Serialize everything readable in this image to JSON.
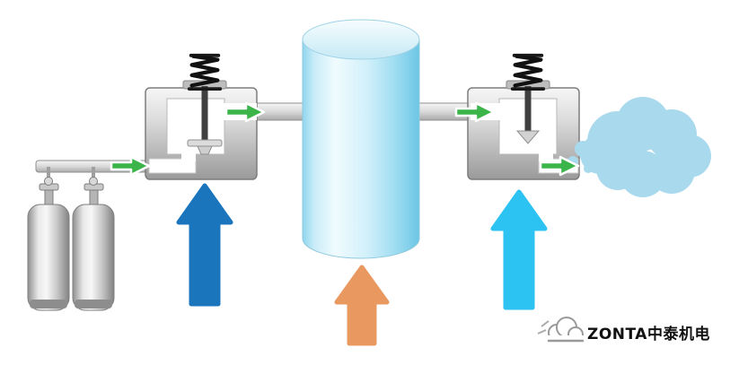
{
  "diagram": {
    "watermark": {
      "brand": "ZONTA中泰机电"
    },
    "colors": {
      "flow_arrow_green": "#3bb54a",
      "flow_arrow_outline": "#ffffff",
      "inlet_arrow_blue": "#1b75bc",
      "tank_arrow_orange": "#e9995f",
      "outlet_arrow_cyan": "#2cc3f2",
      "exhaust_cloud_blue": "#a9d9ed",
      "spring_black": "#161616"
    },
    "components": {
      "left_supply": "gas-supply-cylinders",
      "inlet_device": "spring-loaded-inlet-valve",
      "center_vessel": "storage-cylinder-tank",
      "outlet_device": "spring-loaded-outlet-valve",
      "right_exhaust": "exhaust-cloud"
    }
  }
}
